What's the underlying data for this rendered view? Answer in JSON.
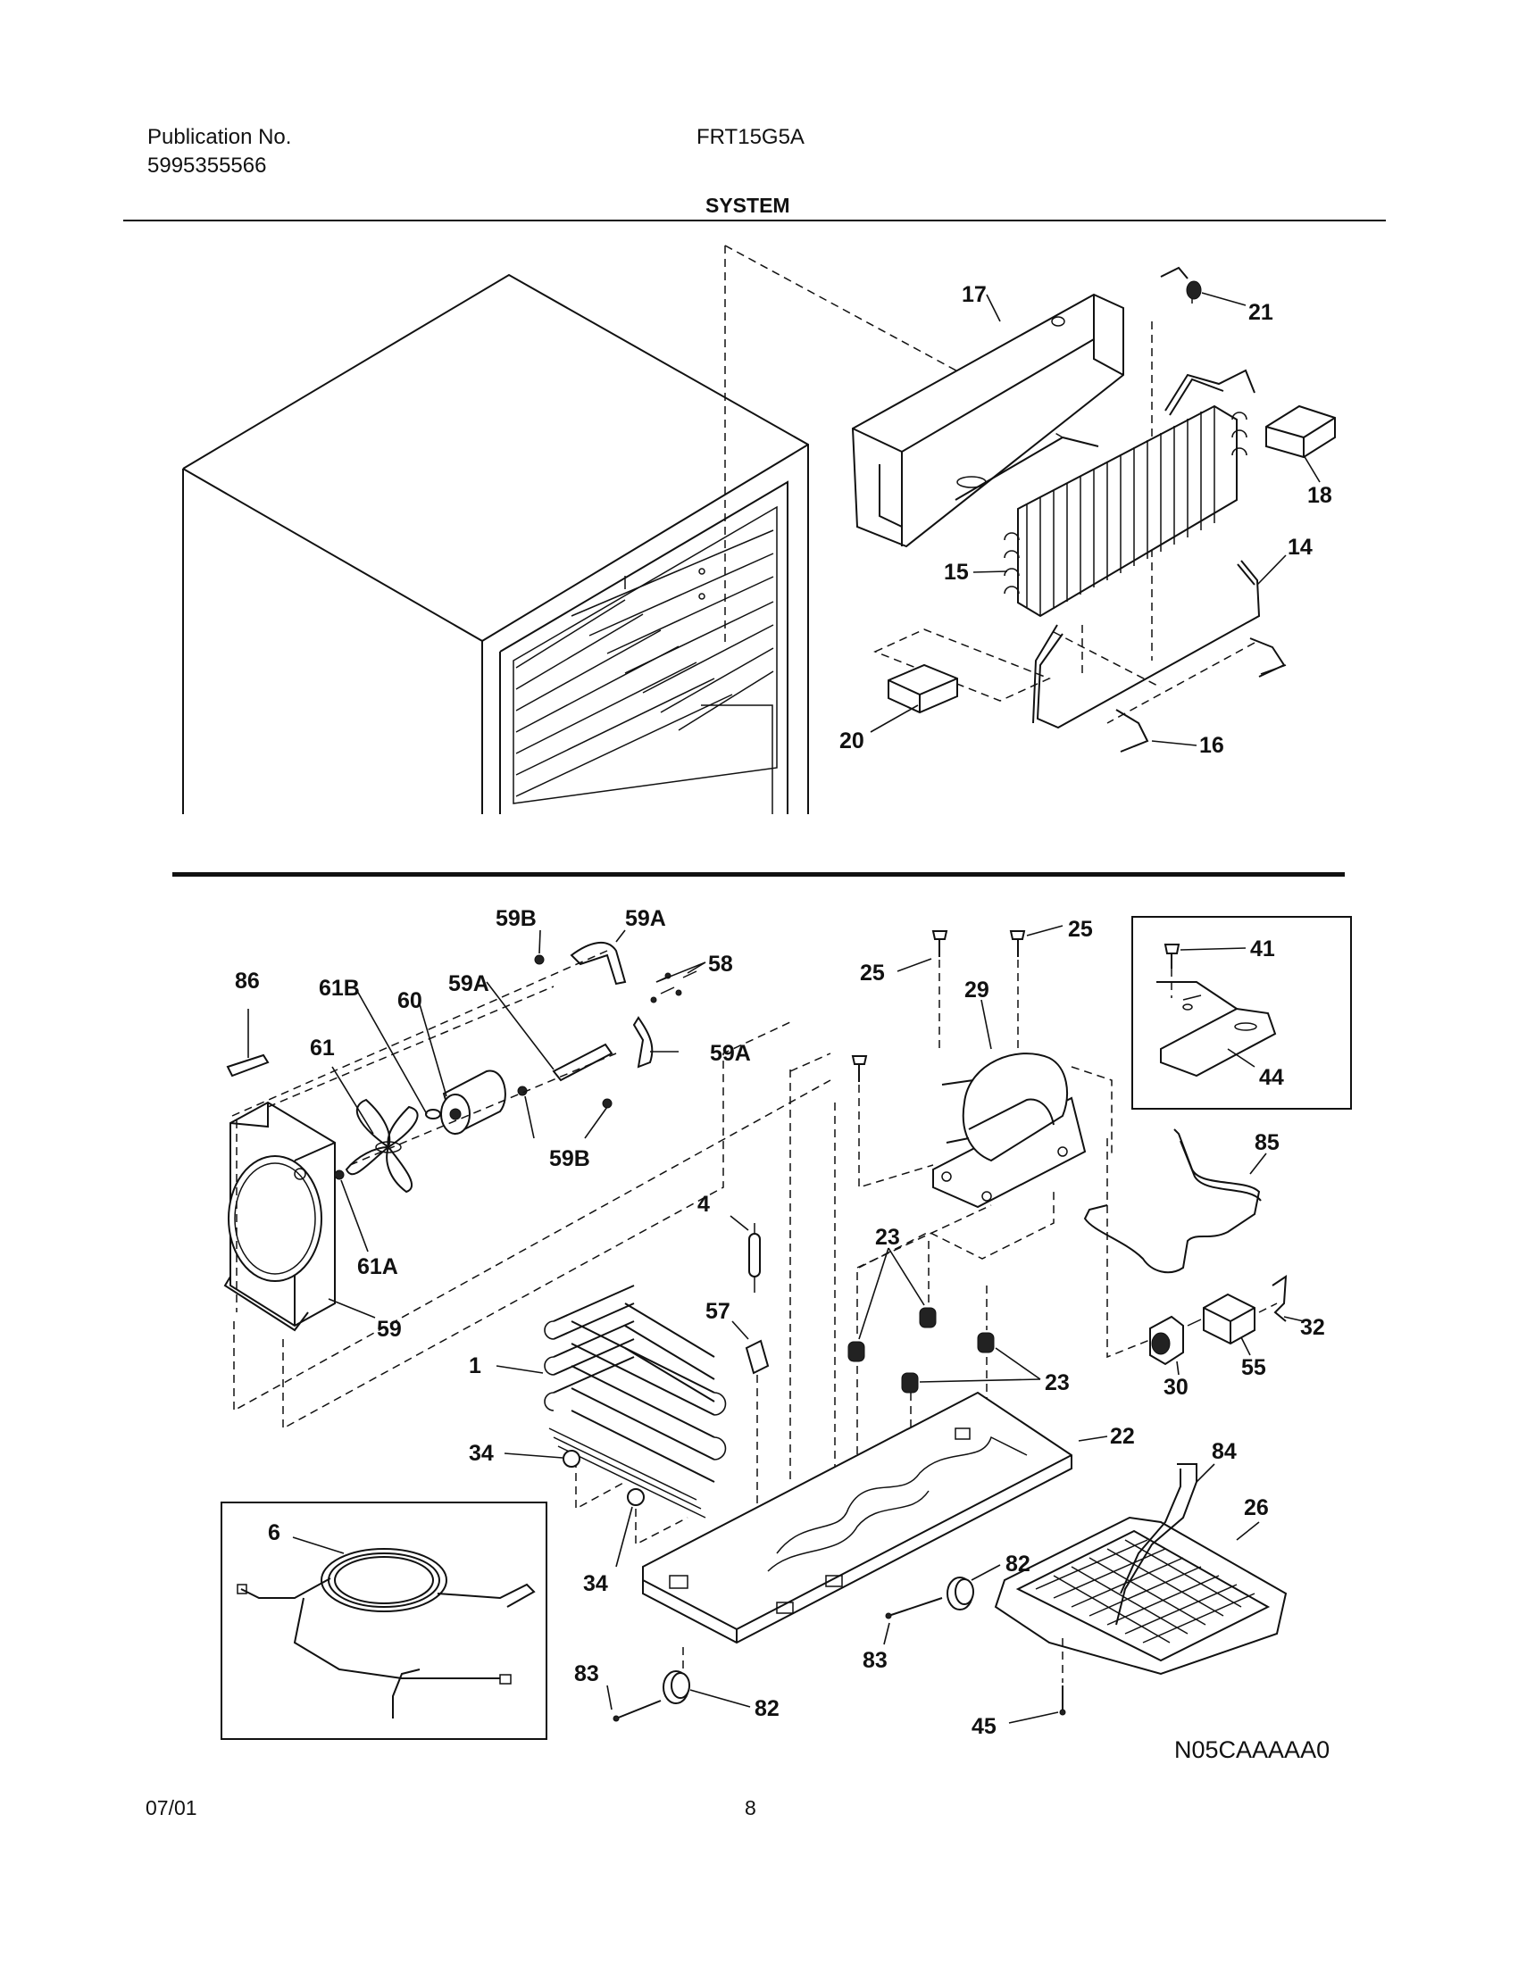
{
  "header": {
    "publication_label": "Publication No.",
    "publication_number": "5995355566",
    "model": "FRT15G5A",
    "section_title": "SYSTEM"
  },
  "callouts": {
    "c17": "17",
    "c21": "21",
    "c18": "18",
    "c14": "14",
    "c15": "15",
    "c20": "20",
    "c16": "16",
    "c59b_top": "59B",
    "c59a_top": "59A",
    "c58": "58",
    "c86": "86",
    "c61b": "61B",
    "c60": "60",
    "c59a_mid": "59A",
    "c59a_right": "59A",
    "c61": "61",
    "c59b_low": "59B",
    "c61a": "61A",
    "c59": "59",
    "c4": "4",
    "c57": "57",
    "c1": "1",
    "c34_top": "34",
    "c34_low": "34",
    "c6": "6",
    "c25_left": "25",
    "c25_right": "25",
    "c29": "29",
    "c23_top": "23",
    "c23_right": "23",
    "c22": "22",
    "c82_right": "82",
    "c83_right": "83",
    "c83_left": "83",
    "c82_left": "82",
    "c41": "41",
    "c44": "44",
    "c85": "85",
    "c32": "32",
    "c55": "55",
    "c30": "30",
    "c84": "84",
    "c26": "26",
    "c45": "45"
  },
  "diagram_code": "N05CAAAAA0",
  "footer": {
    "date": "07/01",
    "page": "8"
  }
}
